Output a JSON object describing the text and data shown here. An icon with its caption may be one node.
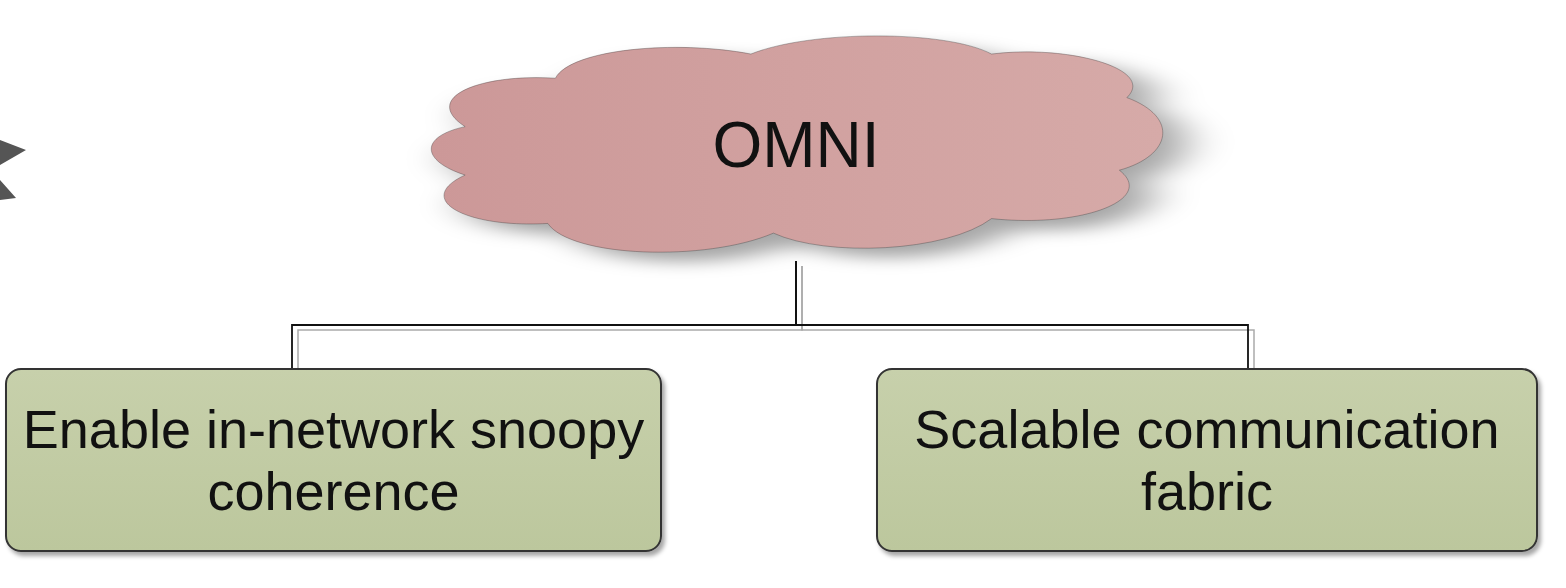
{
  "diagram": {
    "nodes": [
      {
        "text": [
          "OMNI"
        ]
      },
      {
        "text": [
          "Enable in-network snoopy coherence"
        ]
      },
      {
        "text": [
          "Scalable communication fabric"
        ]
      }
    ],
    "edges": [
      {
        "from": 0,
        "to": 1,
        "arrow": "none"
      },
      {
        "from": 0,
        "to": 2,
        "arrow": "none"
      }
    ]
  }
}
